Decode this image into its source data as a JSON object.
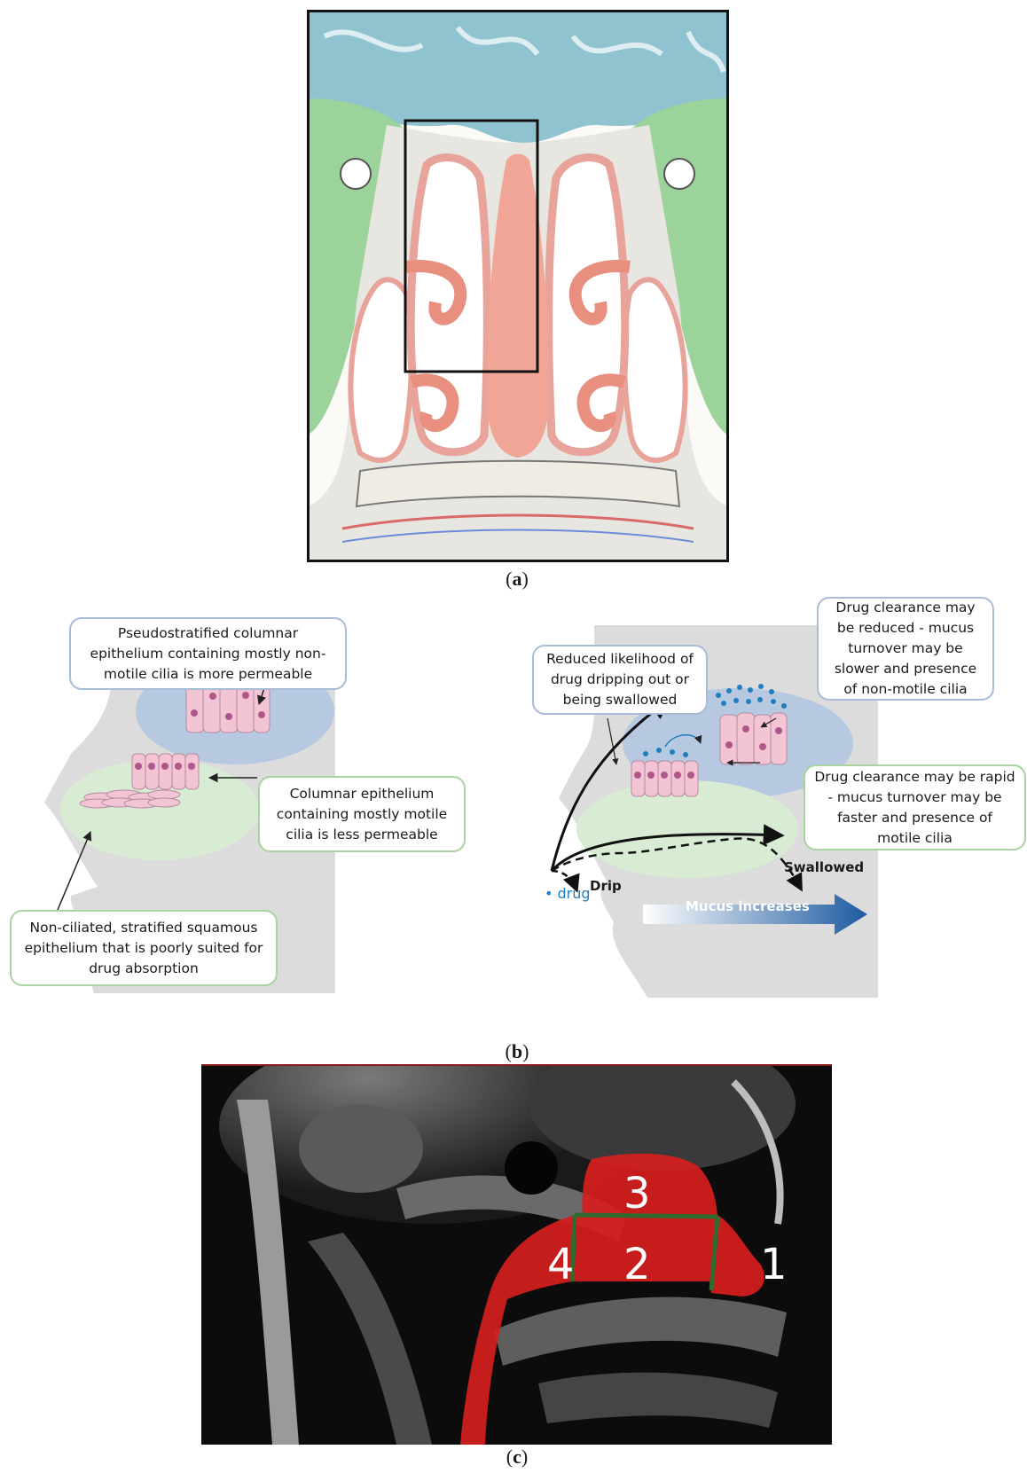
{
  "panel_a": {
    "caption_letter": "a"
  },
  "panel_b": {
    "caption_letter": "b",
    "left": {
      "callout_upper": "Pseudostratified columnar epithelium containing mostly non-motile cilia is more permeable",
      "callout_middle": "Columnar epithelium containing mostly motile cilia is less permeable",
      "callout_lower": "Non-ciliated, stratified squamous epithelium that is poorly suited for drug absorption"
    },
    "right": {
      "callout_reduced": "Reduced likelihood of drug dripping out or being swallowed",
      "callout_upper": "Drug clearance may be reduced - mucus turnover may be slower and presence of non-motile cilia",
      "callout_lower": "Drug clearance may be rapid - mucus turnover may be faster and presence of motile cilia",
      "drug_label": "• drug",
      "drip_label": "Drip",
      "swallowed_label": "Swallowed",
      "mucus_label": "Mucus increases"
    },
    "colors": {
      "olfactory_region": "#b7c9e1",
      "respiratory_region": "#d8ecd4",
      "head_silhouette": "#dcdcdc",
      "cells": "#f2c4d4",
      "nuclei": "#b0578a",
      "drug_dots": "#1f7fbf",
      "mucus_arrow": "#1d5aa0"
    }
  },
  "panel_c": {
    "caption_letter": "c",
    "zones": [
      "1",
      "2",
      "3",
      "4"
    ],
    "colors": {
      "region_fill": "#d61e1e",
      "boundary": "#2f6b2f"
    }
  }
}
